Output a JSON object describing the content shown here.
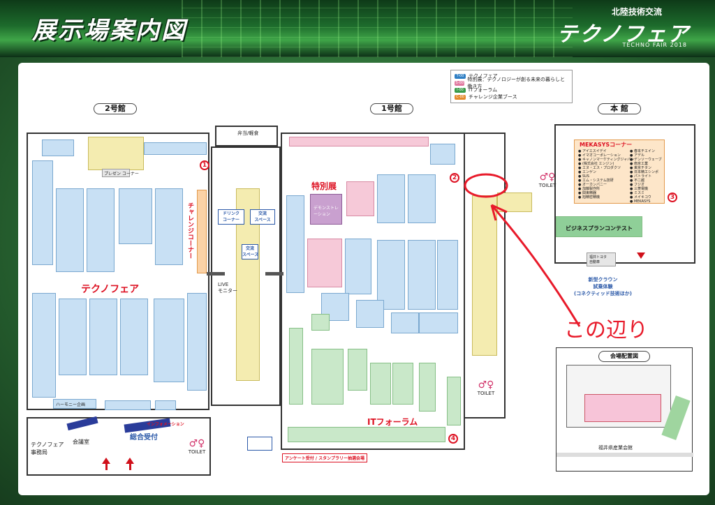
{
  "header": {
    "title": "展示場案内図",
    "subtitle": "北陸技術交流",
    "logo": "テクノフェア",
    "logo_en": "TECHNO FAIR 2018"
  },
  "legend": [
    {
      "code": "T-00",
      "label": "テクノフェア",
      "color": "#2f7fc4"
    },
    {
      "code": "S-00",
      "label": "特別展：テクノロジーが創る未来の暮らしと働き方",
      "color": "#e07aa0"
    },
    {
      "code": "I-00",
      "label": "ITフォーラム",
      "color": "#3a9b49"
    },
    {
      "code": "C-00",
      "label": "チャレンジ企業ブース",
      "color": "#e58a2c"
    }
  ],
  "halls": {
    "hall2": "2号館",
    "hall1": "1号館",
    "main": "本 館"
  },
  "zones": {
    "technofair": "テクノフェア",
    "special": "特別展",
    "it_forum": "ITフォーラム",
    "mekasys": "MEKASYSコーナー",
    "challenge": "チャレンジコーナー",
    "demo": "デモンストレーション",
    "business_contest": "ビジネスプランコンテスト",
    "crown": "新型クラウン\n試乗体験\n(コネクティッド技術ほか)",
    "reception": "総合受付",
    "info": "インフォメーション",
    "office": "テクノフェア\n事務局",
    "meeting_room": "会議室",
    "live": "LIVE\nモニター",
    "rest1": "交流\nスペース",
    "rest2": "交流\nスペース",
    "drink": "ドリンク\nコーナー",
    "present": "プレゼン\nコーナー",
    "questionnaire": "アンケート受付 / スタンプラリー抽選会場",
    "venue_map": "会場配置図",
    "venue_hall": "福井県産業会館",
    "bento": "弁当/軽食",
    "harmony": "ハーモニー企画",
    "toyota": "福井トヨタ\n自動車"
  },
  "mekasys_list_left": [
    "アイエスイデイ",
    "イマオコーポレーション",
    "キャノンマーケティングジャパン",
    "(株式会社 エンジン)",
    "エヌ・エス・プロダクツ",
    "エンゲン",
    "SUS",
    "エム・システム技研",
    "オーカンパニー",
    "加藤製作所",
    "関東精器",
    "旭精密精機"
  ],
  "mekasys_list_right": [
    "春本チエイン",
    "アデル",
    "デンソーウェーブ",
    "南京工業",
    "東京チタン",
    "日本精工シンポ",
    "パトライト",
    "不二越",
    "フジオ",
    "三菱電機",
    "ミスミ",
    "メイキコウ",
    "MEKASYS"
  ],
  "annotation": "この辺り",
  "numbers": [
    "1",
    "2",
    "3",
    "4"
  ],
  "toilet_label": "TOILET"
}
